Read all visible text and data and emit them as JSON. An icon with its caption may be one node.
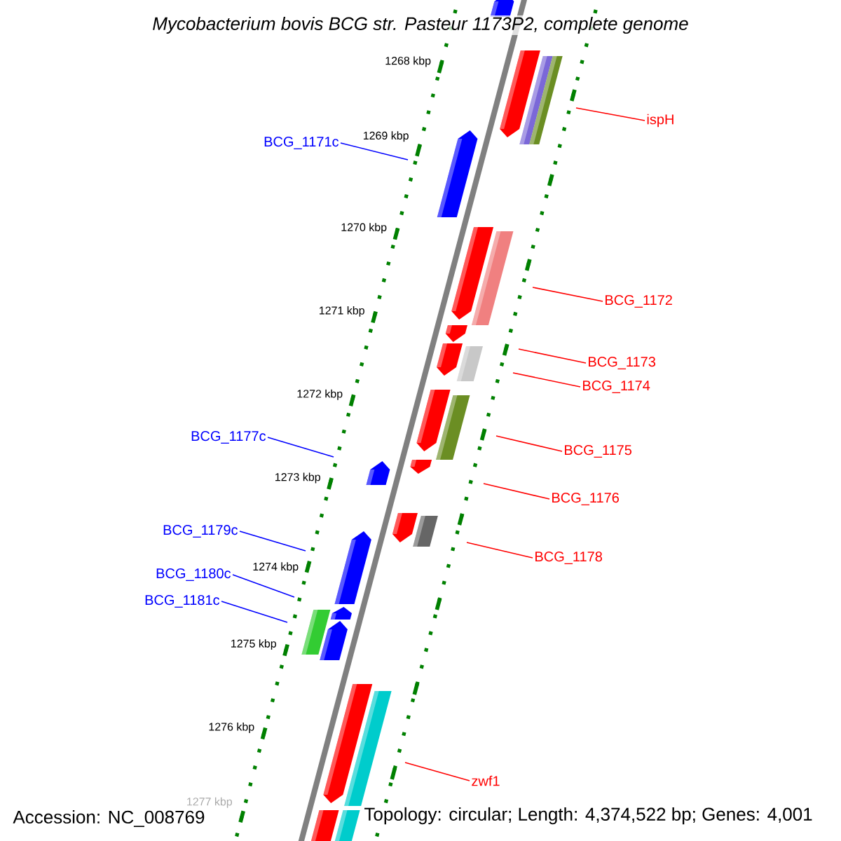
{
  "diagram": {
    "title": "Mycobacterium bovis BCG str. Pasteur 1173P2, complete genome",
    "nodes": [
      {
        "text": [
          "ispH"
        ]
      },
      {
        "text": [
          "BCG_1171c"
        ]
      },
      {
        "text": [
          "BCG_1172"
        ]
      },
      {
        "text": [
          "BCG_1173"
        ]
      },
      {
        "text": [
          "BCG_1174"
        ]
      },
      {
        "text": [
          "BCG_1177c"
        ]
      },
      {
        "text": [
          "BCG_1175"
        ]
      },
      {
        "text": [
          "BCG_1176"
        ]
      },
      {
        "text": [
          "BCG_1179c"
        ]
      },
      {
        "text": [
          "BCG_1178"
        ]
      },
      {
        "text": [
          "BCG_1180c"
        ]
      },
      {
        "text": [
          "BCG_1181c"
        ]
      },
      {
        "text": [
          "zwf1"
        ]
      }
    ],
    "edges": [
      {
        "from": 0,
        "to": null,
        "arrow": "none"
      },
      {
        "from": 1,
        "to": null,
        "arrow": "none",
        "color": "#0000ff"
      },
      {
        "from": 2,
        "to": null,
        "arrow": "none"
      },
      {
        "from": 3,
        "to": null,
        "arrow": "none"
      },
      {
        "from": 4,
        "to": null,
        "arrow": "none"
      },
      {
        "from": 5,
        "to": null,
        "arrow": "none",
        "color": "#0000ff"
      },
      {
        "from": 6,
        "to": null,
        "arrow": "none"
      },
      {
        "from": 7,
        "to": null,
        "arrow": "none"
      },
      {
        "from": 8,
        "to": null,
        "arrow": "none",
        "color": "#0000ff"
      },
      {
        "from": 9,
        "to": null,
        "arrow": "none"
      },
      {
        "from": 10,
        "to": null,
        "arrow": "none",
        "color": "#0000ff"
      },
      {
        "from": 11,
        "to": null,
        "arrow": "none",
        "color": "#0000ff"
      },
      {
        "from": 12,
        "to": null,
        "arrow": "none"
      }
    ],
    "labels": [
      "1268 kbp",
      "1269 kbp",
      "1270 kbp",
      "1271 kbp",
      "1272 kbp",
      "1273 kbp",
      "1274 kbp",
      "1275 kbp",
      "1276 kbp",
      "1277 kbp",
      "Accession: NC_008769",
      "Topology: circular; Length: 4,374,522 bp; Genes: 4,001"
    ]
  }
}
